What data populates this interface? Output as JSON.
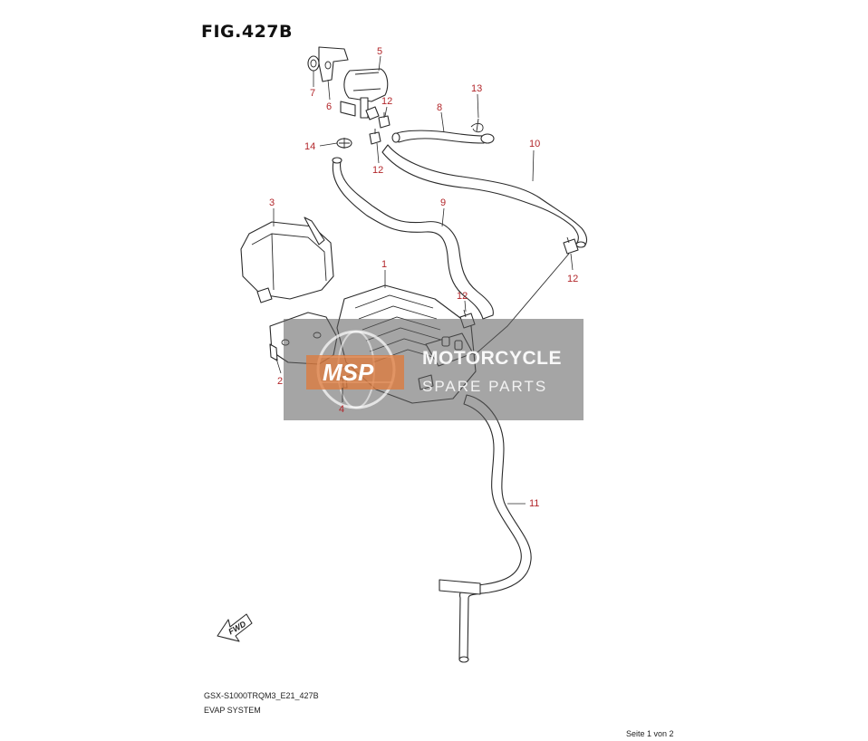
{
  "figure": {
    "title": "FIG.427B",
    "model_code": "GSX-S1000TRQM3_E21_427B",
    "system_name": "EVAP SYSTEM",
    "page_indicator": "Seite 1 von 2"
  },
  "callouts": [
    {
      "id": "canister",
      "label": "1"
    },
    {
      "id": "bracket",
      "label": "2"
    },
    {
      "id": "cover",
      "label": "3"
    },
    {
      "id": "bolt",
      "label": "4"
    },
    {
      "id": "valve",
      "label": "5"
    },
    {
      "id": "valve-bracket",
      "label": "6"
    },
    {
      "id": "grommet",
      "label": "7"
    },
    {
      "id": "hose-8",
      "label": "8"
    },
    {
      "id": "hose-9",
      "label": "9"
    },
    {
      "id": "hose-10",
      "label": "10"
    },
    {
      "id": "hose-11",
      "label": "11"
    },
    {
      "id": "clamp-12a",
      "label": "12"
    },
    {
      "id": "clamp-12b",
      "label": "12"
    },
    {
      "id": "clamp-12c",
      "label": "12"
    },
    {
      "id": "clamp-12d",
      "label": "12"
    },
    {
      "id": "clip-13",
      "label": "13"
    },
    {
      "id": "clamp-14",
      "label": "14"
    }
  ],
  "fwd_label": "FWD",
  "watermark": {
    "logo": "MSP",
    "line1": "MOTORCYCLE",
    "line2": "SPARE PARTS",
    "color": "#5b5b5b",
    "accent": "#e07a3a"
  }
}
